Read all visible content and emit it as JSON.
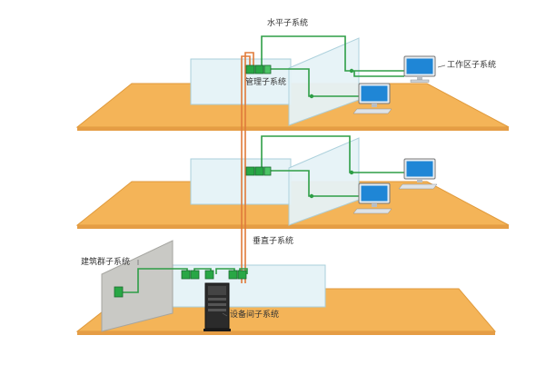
{
  "labels": {
    "horizontal": "水平子系统",
    "workarea": "工作区子系统",
    "management": "管理子系统",
    "vertical": "垂直子系统",
    "building_group": "建筑群子系统",
    "equipment_room": "设备间子系统"
  },
  "colors": {
    "floor": "#f4b458",
    "floor_edge": "#e09a3c",
    "glass": "#e6f3f7",
    "glass_edge": "#a9cfdb",
    "cable_green": "#2e9e46",
    "cable_orange": "#e07b3a",
    "module_green": "#28a745",
    "cabinet": "#2b2b2b",
    "text": "#333333"
  }
}
